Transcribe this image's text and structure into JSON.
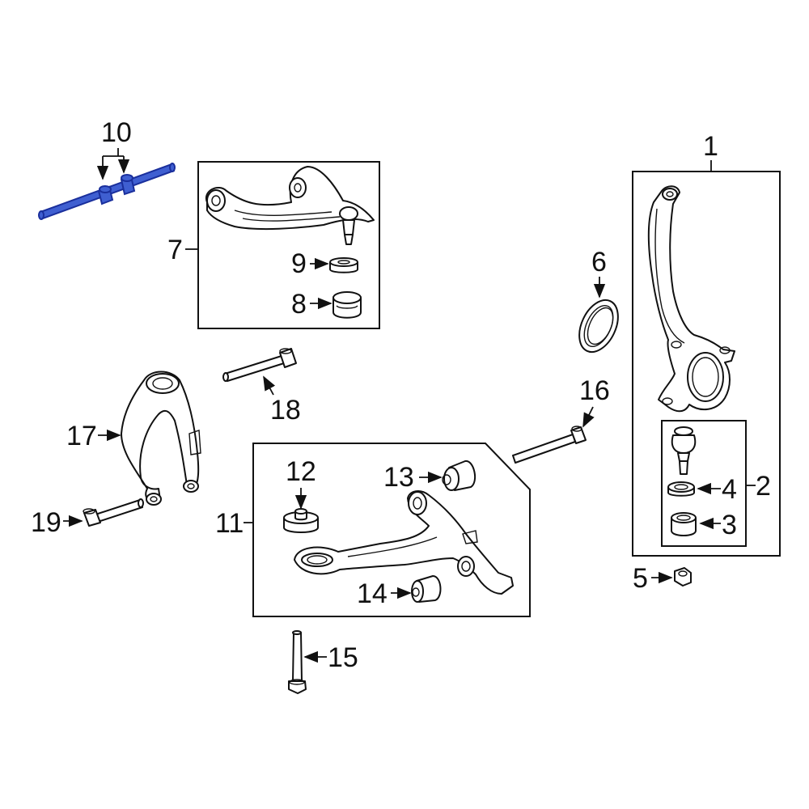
{
  "labels": {
    "p1": "1",
    "p2": "2",
    "p3": "3",
    "p4": "4",
    "p5": "5",
    "p6": "6",
    "p7": "7",
    "p8": "8",
    "p9": "9",
    "p10": "10",
    "p11": "11",
    "p12": "12",
    "p13": "13",
    "p14": "14",
    "p15": "15",
    "p16": "16",
    "p17": "17",
    "p18": "18",
    "p19": "19"
  },
  "colors": {
    "highlight": "#3f5fd1",
    "line": "#111111",
    "background": "#ffffff"
  }
}
